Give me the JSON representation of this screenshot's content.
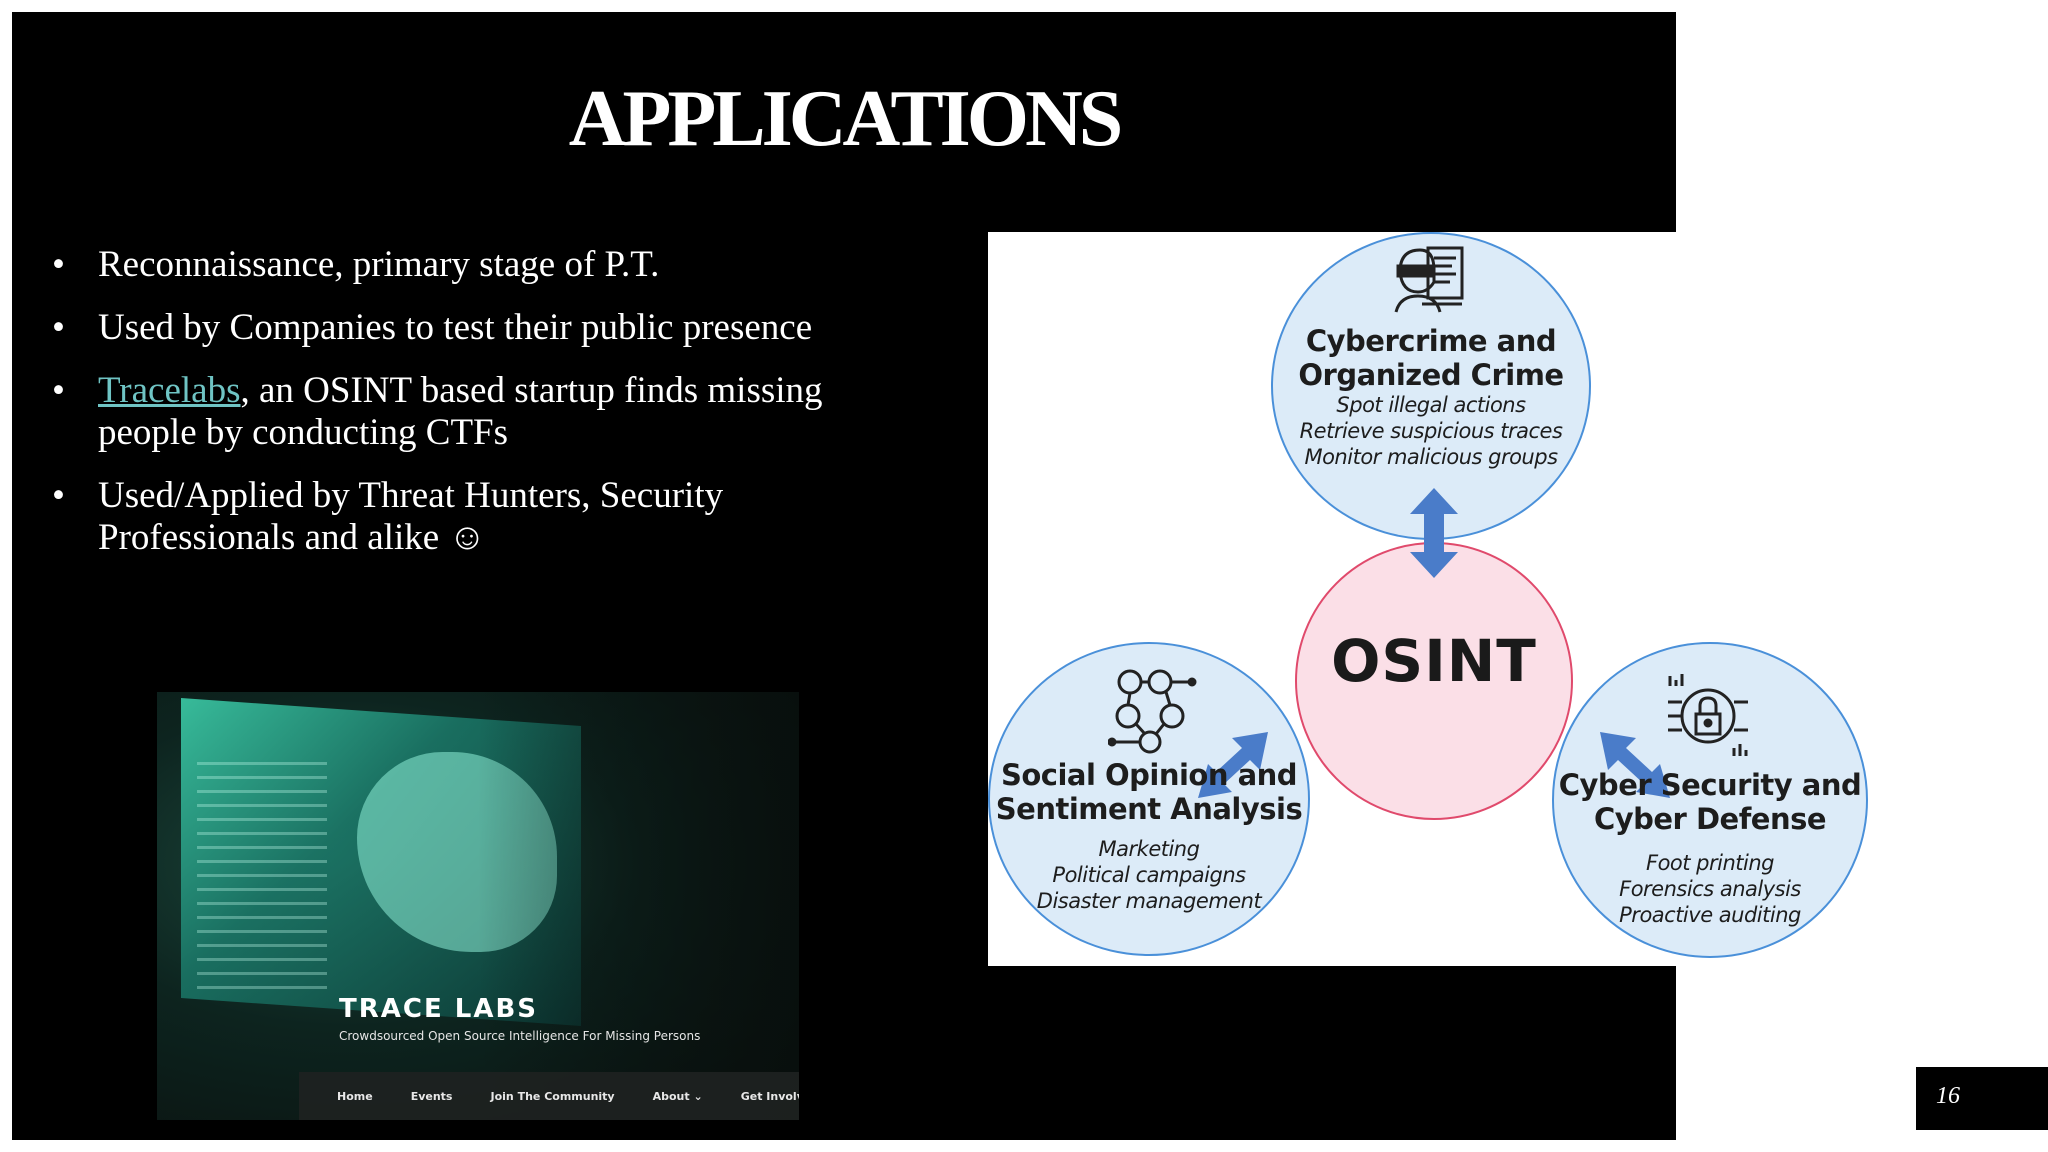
{
  "slide": {
    "title": "APPLICATIONS",
    "bullets": [
      {
        "text": "Reconnaissance, primary stage of P.T."
      },
      {
        "text": "Used by Companies to test their public presence"
      },
      {
        "link": "Tracelabs",
        "text": ", an OSINT based startup finds missing people by conducting CTFs"
      },
      {
        "text": "Used/Applied by Threat Hunters, Security Professionals and alike ☺"
      }
    ],
    "bullet_symbol": "•",
    "link_color": "#6fc4c4",
    "page_number": "16"
  },
  "tracelabs_image": {
    "name": "TRACE LABS",
    "tagline": "Crowdsourced Open Source Intelligence For Missing Persons",
    "nav": [
      "Home",
      "Events",
      "Join The Community",
      "About ⌄",
      "Get Involved ⌄"
    ]
  },
  "diagram": {
    "center": "OSINT",
    "top": {
      "title_line1": "Cybercrime and",
      "title_line2": "Organized Crime",
      "items": [
        "Spot illegal actions",
        "Retrieve suspicious traces",
        "Monitor malicious groups"
      ],
      "icon": "hacker-icon"
    },
    "left": {
      "title_line1": "Social Opinion and",
      "title_line2": "Sentiment Analysis",
      "items": [
        "Marketing",
        "Political campaigns",
        "Disaster management"
      ],
      "icon": "people-network-icon"
    },
    "right": {
      "title_line1": "Cyber Security and",
      "title_line2": "Cyber Defense",
      "items": [
        "Foot printing",
        "Forensics analysis",
        "Proactive auditing"
      ],
      "icon": "lock-circuit-icon"
    },
    "colors": {
      "outer_fill": "#dcebf8",
      "outer_stroke": "#4a90d9",
      "center_fill": "#fbdfe7",
      "center_stroke": "#e04a6c",
      "arrow": "#4a7cc9"
    }
  }
}
